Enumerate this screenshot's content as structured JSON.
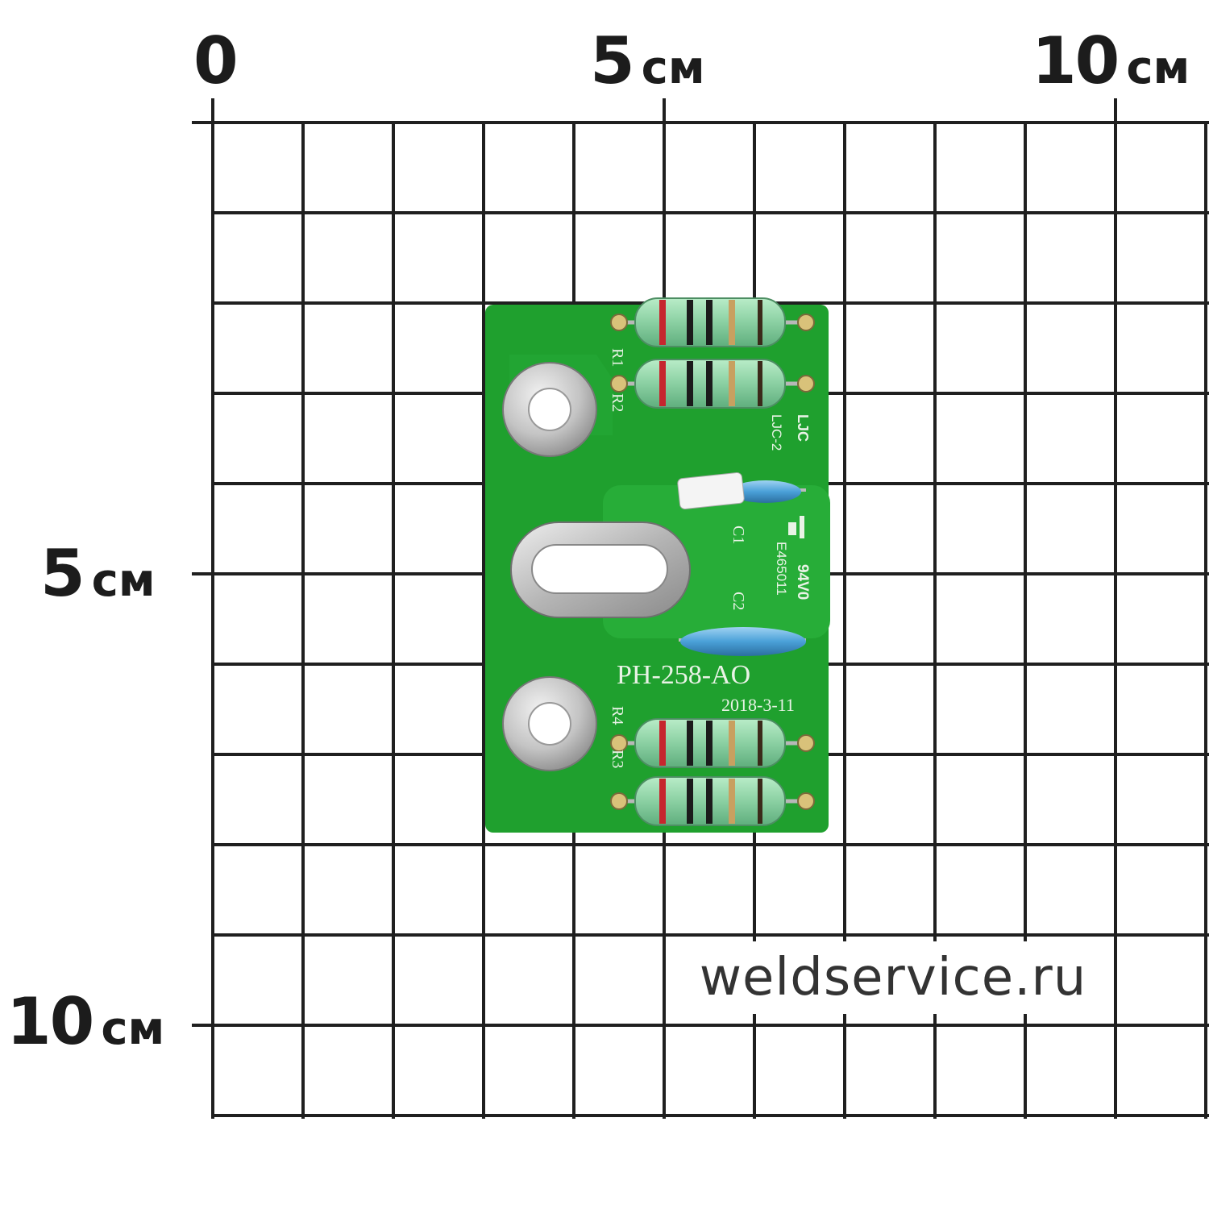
{
  "ruler": {
    "top": [
      {
        "number": "0",
        "unit": ""
      },
      {
        "number": "5",
        "unit": "см"
      },
      {
        "number": "10",
        "unit": "см"
      }
    ],
    "left": [
      {
        "number": "5",
        "unit": "см"
      },
      {
        "number": "10",
        "unit": "см"
      }
    ]
  },
  "board": {
    "part_number": "PH-258-AO",
    "date": "2018-3-11",
    "refs": {
      "r1": "R1",
      "r2": "R2",
      "r3": "R3",
      "r4": "R4",
      "c1": "C1",
      "c2": "C2"
    },
    "maker_logo": "LJC",
    "maker_code": "LJC-2",
    "ul_code": "E465011",
    "rating": "94V0"
  },
  "watermark": "weldservice.ru",
  "colors": {
    "grid": "#1f1f1f",
    "pcb": "#1fa02e",
    "silk": "#e9f3e6",
    "resistor_body": "#8fd3a6",
    "capacitor": "#4aa0d8",
    "metal": "#c9c9c9"
  }
}
